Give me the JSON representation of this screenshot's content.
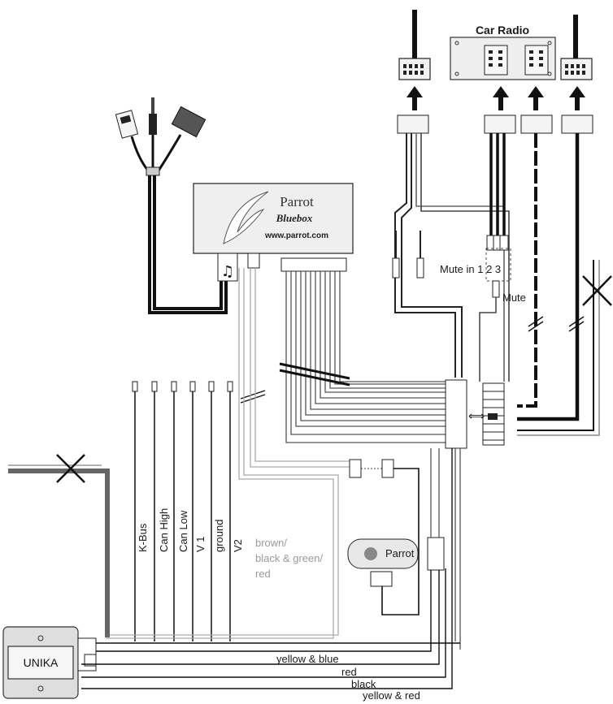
{
  "header": {
    "car_radio_title": "Car Radio"
  },
  "bluebox": {
    "brand": "Parrot",
    "model": "Bluebox",
    "url": "www.parrot.com"
  },
  "mute": {
    "mute_in_label": "Mute in 1 2 3",
    "mute_label": "Mute"
  },
  "can_wires": [
    {
      "label": "K-Bus"
    },
    {
      "label": "Can High"
    },
    {
      "label": "Can Low"
    },
    {
      "label": "V 1"
    },
    {
      "label": "ground"
    },
    {
      "label": "V2"
    }
  ],
  "side_wires": {
    "line1": "brown/",
    "line2": "black & green/",
    "line3": "red"
  },
  "remote": {
    "brand": "Parrot"
  },
  "unika": {
    "label": "UNIKA"
  },
  "bottom_wires": [
    {
      "label": "yellow & blue"
    },
    {
      "label": "red"
    },
    {
      "label": "black"
    },
    {
      "label": "yellow & red"
    }
  ],
  "colors": {
    "wire_dark": "#111111",
    "wire_gray": "#8a8a8a",
    "wire_light": "#bdbdbd",
    "box_fill": "#eeeeee"
  }
}
